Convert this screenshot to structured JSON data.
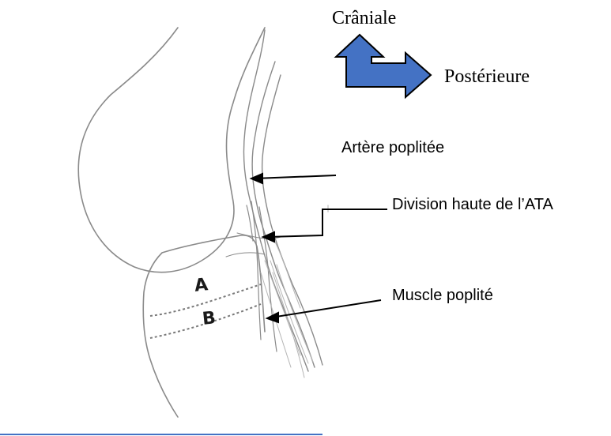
{
  "orientation": {
    "cranial": "Crâniale",
    "posterior": "Postérieure",
    "arrow_fill": "#4472C4",
    "arrow_stroke": "#000000"
  },
  "labels": {
    "popliteal_artery": "Artère poplitée",
    "high_division": "Division haute de l’ATA",
    "popliteus_muscle": "Muscle poplité"
  },
  "levels": {
    "a": "A",
    "b": "B"
  },
  "baseline_color": "#4472C4"
}
